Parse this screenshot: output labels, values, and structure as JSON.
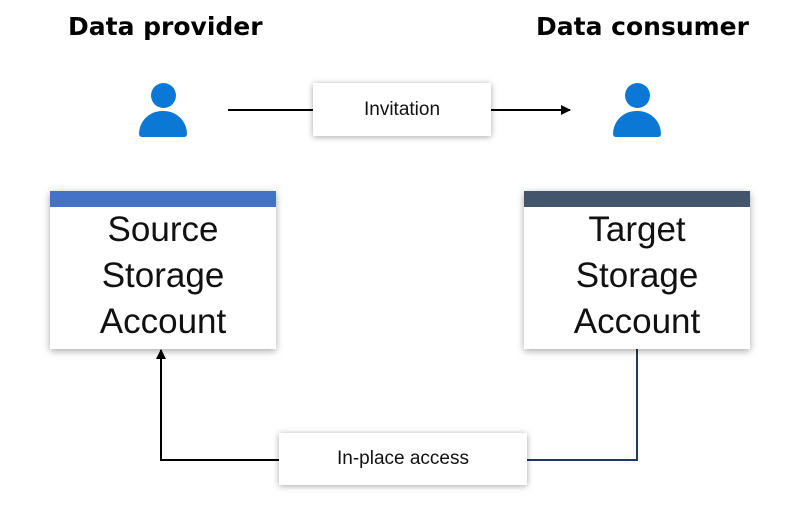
{
  "provider": {
    "title": "Data provider",
    "icon": "person-icon"
  },
  "consumer": {
    "title": "Data consumer",
    "icon": "person-icon"
  },
  "invitation": {
    "label": "Invitation"
  },
  "source": {
    "lines": [
      "Source",
      "Storage",
      "Account"
    ],
    "accent": "#4472c4"
  },
  "target": {
    "lines": [
      "Target",
      "Storage",
      "Account"
    ],
    "accent": "#44546a"
  },
  "access": {
    "label": "In-place access"
  },
  "colors": {
    "person": "#0a78d4",
    "connector_dark": "#000000",
    "connector_navy": "#1f3864"
  }
}
